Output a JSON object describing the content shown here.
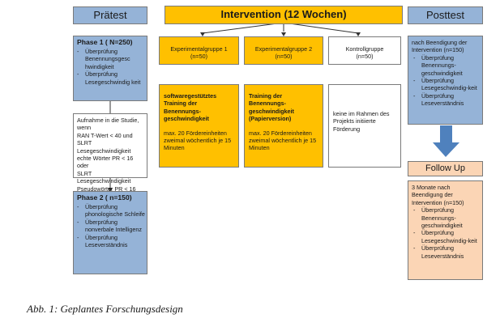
{
  "headers": {
    "pretest": "Prätest",
    "intervention": "Intervention  (12 Wochen)",
    "posttest": "Posttest"
  },
  "phase1": {
    "title": "Phase 1 ( N=250)",
    "items": [
      "Überprüfung Benennungsgesc hwindigkeit",
      "Überprüfung Lesegeschwindig keit"
    ]
  },
  "criteria": {
    "lines": [
      "Aufnahme in die Studie, wenn",
      "RAN T-Wert < 40 und",
      "SLRT Lesegeschwindigkeit",
      "echte Wörter PR < 16 oder",
      "SLRT Lesegeschwindigkeit",
      "Pseudowörter PR < 16"
    ]
  },
  "phase2": {
    "title": "Phase 2 ( n=150)",
    "items": [
      "Überprüfung phonologische Schleife",
      "Überprüfung nonverbale Intelligenz",
      "Überprüfung Leseverständnis"
    ]
  },
  "groups": [
    {
      "name": "Experimentalgruppe 1",
      "n": "(n=50)"
    },
    {
      "name": "Experimentalgruppe 2",
      "n": "(n=50)"
    },
    {
      "name": "Kontrollgruppe",
      "n": "(n=50)"
    }
  ],
  "training": [
    {
      "title": "softwaregestütztes Training der Benennungs-geschwindigkeit",
      "detail": "max. 20 Fördereinheiten zweimal wöchentlich je 15 Minuten"
    },
    {
      "title": "Training der Benennungs-geschwindigkeit (Papierversion)",
      "detail": "max. 20 Fördereinheiten zweimal wöchentlich je 15 Minuten"
    },
    {
      "title": "",
      "detail": "keine im Rahmen des Projekts initiierte Förderung"
    }
  ],
  "post": {
    "intro": "nach Beendigung der Intervention (n=150)",
    "items": [
      "Überprüfung Benennungs-geschwindigkeit",
      "Überprüfung Lesegeschwindig-keit",
      "Überprüfung Leseverständnis"
    ]
  },
  "followup": {
    "label": "Follow Up",
    "intro": "3 Monate nach Beendigung der Intervention (n=150)",
    "items": [
      "Überprüfung Benennungs-geschwindigkeit",
      "Überprüfung Lesegeschwindig-keit",
      "Überprüfung Leseverständnis"
    ]
  },
  "caption": "Abb. 1: Geplantes Forschungsdesign",
  "colors": {
    "blue": "#95b3d7",
    "orange": "#ffc000",
    "peach": "#fbd5b5"
  }
}
